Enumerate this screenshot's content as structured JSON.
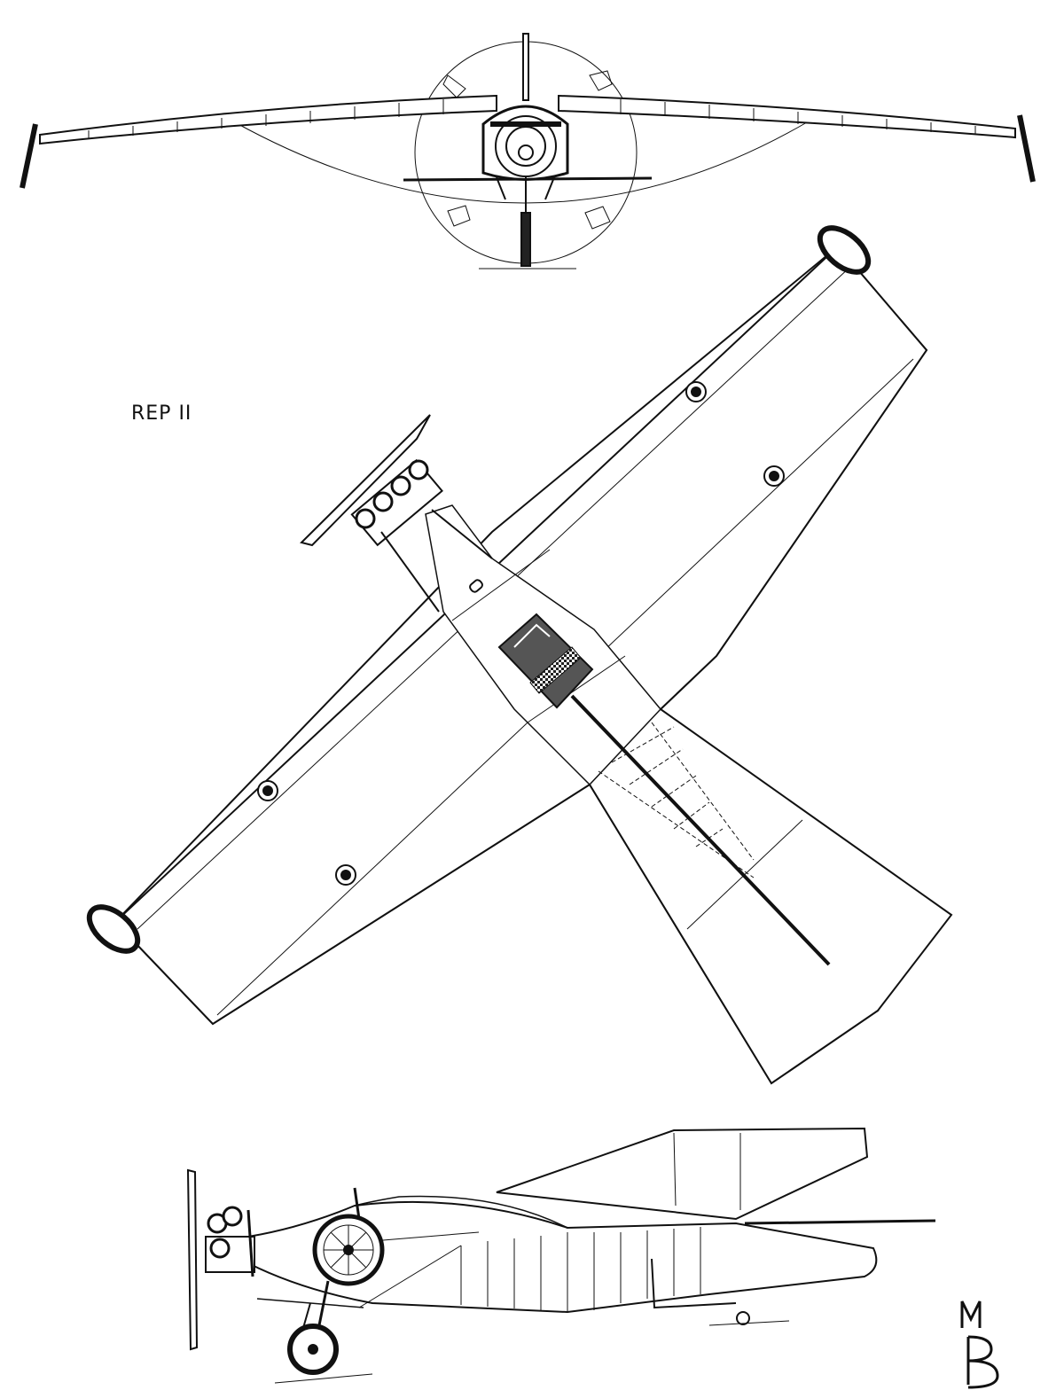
{
  "drawing": {
    "title": "REP II",
    "monogram": "MB",
    "views": [
      "front-view",
      "top-view",
      "side-view"
    ],
    "colors": {
      "ink": "#111111",
      "paper": "#ffffff",
      "shade": "#555555"
    }
  }
}
